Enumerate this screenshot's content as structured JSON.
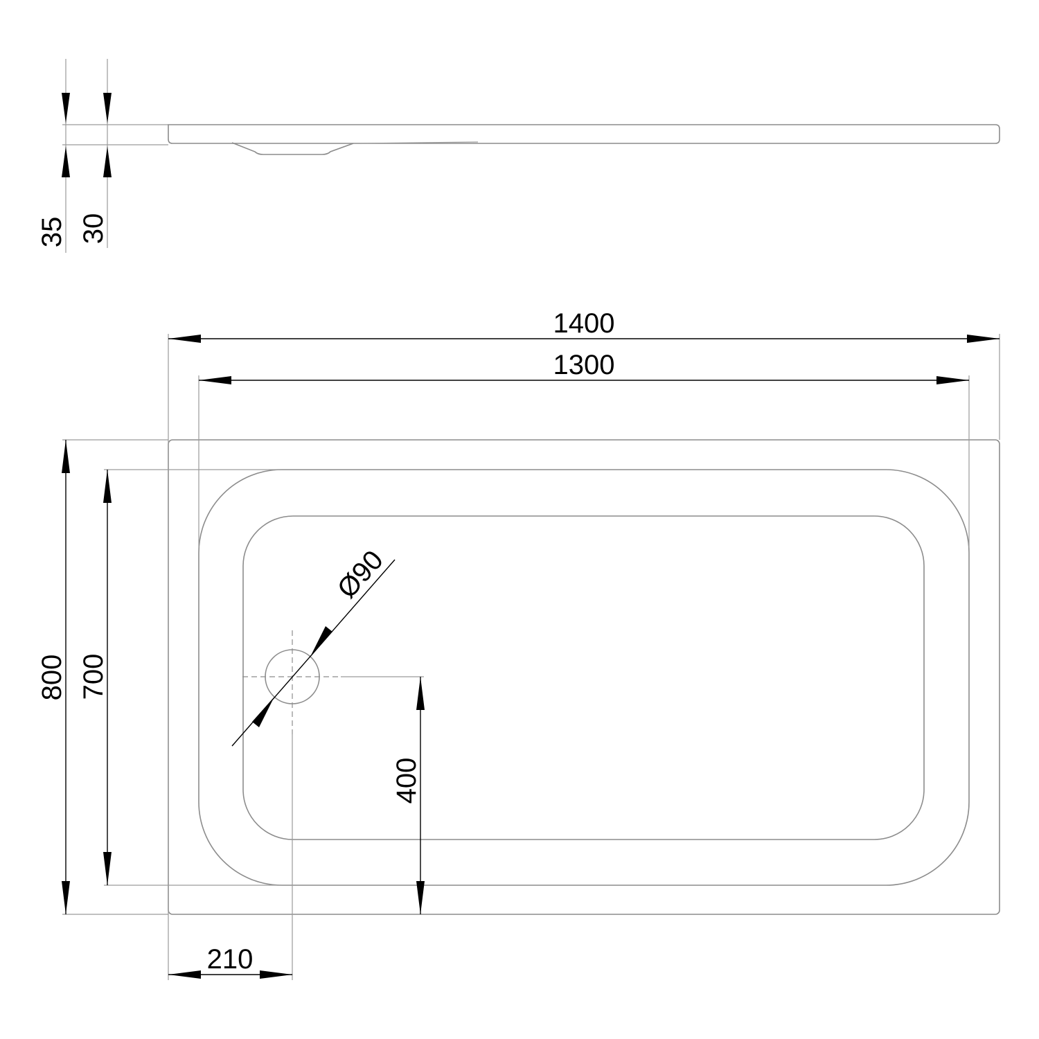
{
  "dimensions": {
    "side_height_outer": "35",
    "side_height_inner": "30",
    "total_length": "1400",
    "inner_length": "1300",
    "total_width": "800",
    "inner_width": "700",
    "drain_diameter": "Ø90",
    "drain_offset_y": "400",
    "drain_offset_x": "210"
  }
}
